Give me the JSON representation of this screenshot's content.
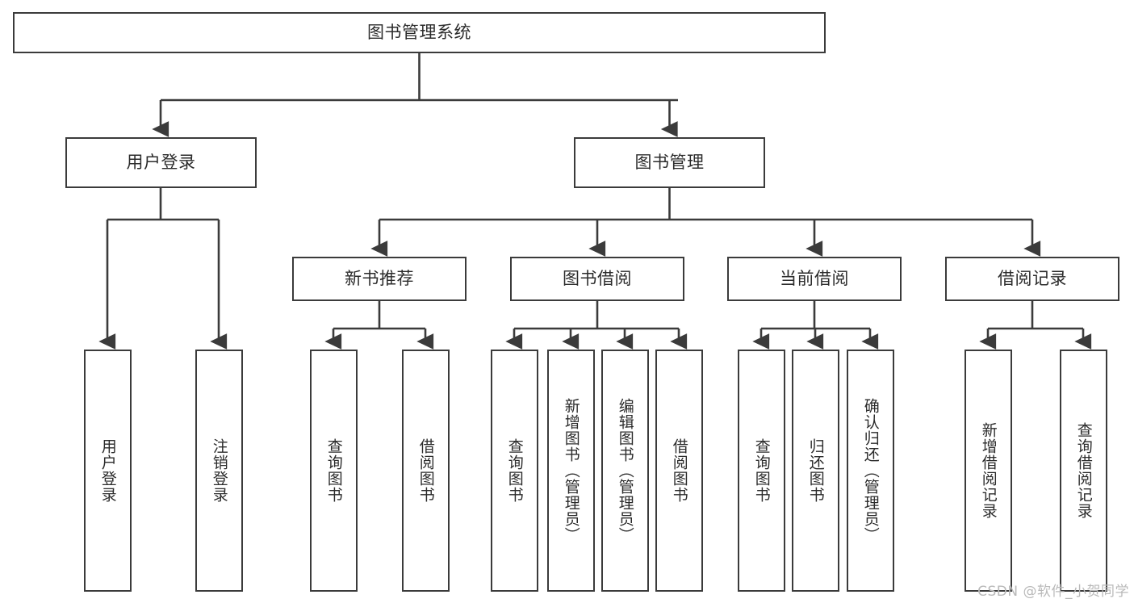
{
  "diagram": {
    "type": "tree",
    "title": "图书管理系统",
    "orientation": "top-down",
    "colors": {
      "box_border": "#3b3b3b",
      "box_fill": "#ffffff",
      "edge": "#3b3b3b",
      "text": "#2b2b2b",
      "watermark": "#b9b9b9"
    },
    "root": {
      "label": "图书管理系统"
    },
    "level2": [
      {
        "label": "用户登录"
      },
      {
        "label": "图书管理"
      }
    ],
    "level3": [
      {
        "label": "新书推荐"
      },
      {
        "label": "图书借阅"
      },
      {
        "label": "当前借阅"
      },
      {
        "label": "借阅记录"
      }
    ],
    "leaves": {
      "user_login": [
        {
          "label": "用户登录"
        },
        {
          "label": "注销登录"
        }
      ],
      "new_book_recommend": [
        {
          "label": "查询图书"
        },
        {
          "label": "借阅图书"
        }
      ],
      "book_borrow": [
        {
          "label": "查询图书"
        },
        {
          "label": "新增图书（管理员）"
        },
        {
          "label": "编辑图书（管理员）"
        },
        {
          "label": "借阅图书"
        }
      ],
      "current_borrow": [
        {
          "label": "查询图书"
        },
        {
          "label": "归还图书"
        },
        {
          "label": "确认归还（管理员）"
        }
      ],
      "borrow_record": [
        {
          "label": "新增借阅记录"
        },
        {
          "label": "查询借阅记录"
        }
      ]
    }
  },
  "watermark": {
    "text": "CSDN @软件_小贺同学"
  }
}
